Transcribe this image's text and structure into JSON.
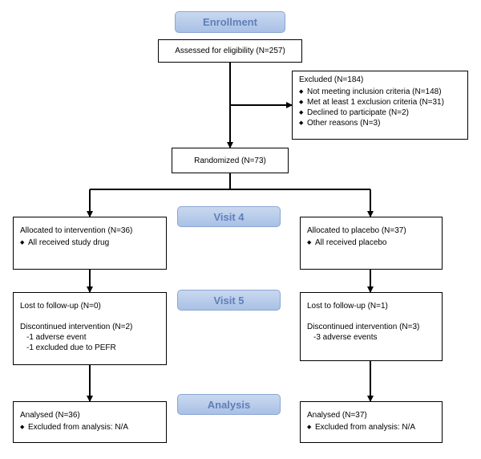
{
  "phases": {
    "enrollment": "Enrollment",
    "visit4": "Visit 4",
    "visit5": "Visit 5",
    "analysis": "Analysis"
  },
  "assessed": {
    "text": "Assessed for eligibility (N=257)"
  },
  "excluded": {
    "title": "Excluded (N=184)",
    "items": [
      "Not meeting inclusion criteria (N=148)",
      "Met at least 1 exclusion criteria (N=31)",
      "Declined to participate (N=2)",
      "Other reasons (N=3)"
    ]
  },
  "randomized": {
    "text": "Randomized (N=73)"
  },
  "left_arm": {
    "allocation": {
      "title": "Allocated to intervention (N=36)",
      "items": [
        "All received study drug"
      ]
    },
    "followup": {
      "lost": "Lost to follow-up (N=0)",
      "discontinued": "Discontinued intervention (N=2)",
      "details": [
        "-1 adverse event",
        "-1 excluded due to PEFR"
      ]
    },
    "analysis": {
      "title": "Analysed (N=36)",
      "items": [
        "Excluded from analysis: N/A"
      ]
    }
  },
  "right_arm": {
    "allocation": {
      "title": "Allocated to placebo (N=37)",
      "items": [
        "All received placebo"
      ]
    },
    "followup": {
      "lost": "Lost to follow-up (N=1)",
      "discontinued": "Discontinued intervention (N=3)",
      "details": [
        "-3 adverse events"
      ]
    },
    "analysis": {
      "title": "Analysed (N=37)",
      "items": [
        "Excluded from analysis: N/A"
      ]
    }
  }
}
